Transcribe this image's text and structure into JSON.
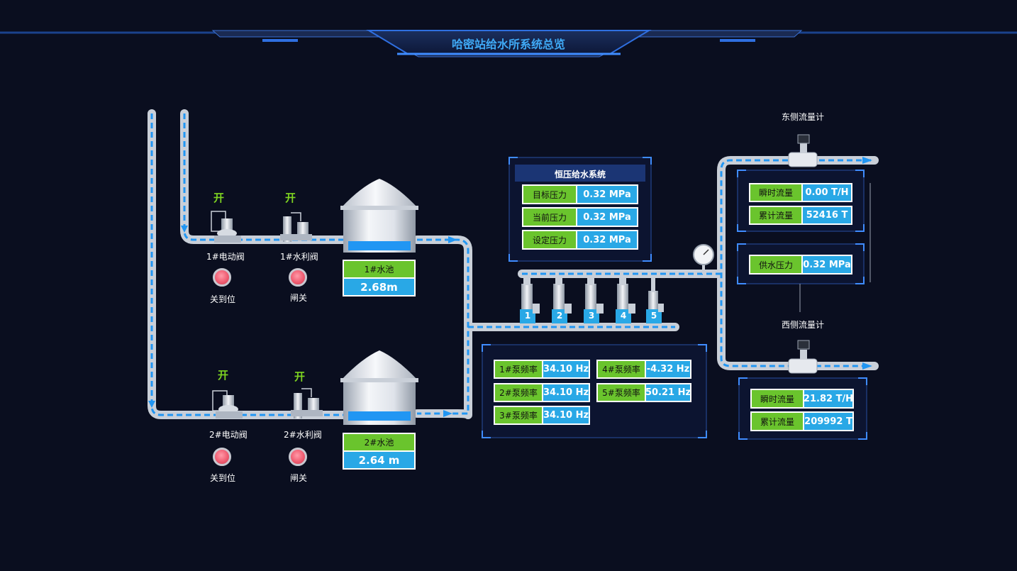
{
  "page_title": "哈密站给水所系统总览",
  "colors": {
    "accent": "#3fa9f5",
    "label_bg": "#6ac42d",
    "value_bg": "#29a8e6",
    "pipe_flow": "#2196f3",
    "open": "#7ed321",
    "alarm": "#f05d72"
  },
  "line1": {
    "electric_valve": {
      "status": "开",
      "label": "1#电动阀",
      "indicator": "关到位"
    },
    "hydraulic_valve": {
      "status": "开",
      "label": "1#水利阀",
      "indicator": "闸关"
    },
    "pool": {
      "name": "1#水池",
      "level": "2.68m"
    }
  },
  "line2": {
    "electric_valve": {
      "status": "开",
      "label": "2#电动阀",
      "indicator": "关到位"
    },
    "hydraulic_valve": {
      "status": "开",
      "label": "2#水利阀",
      "indicator": "闸关"
    },
    "pool": {
      "name": "2#水池",
      "level": "2.64 m"
    }
  },
  "pressure_system": {
    "title": "恒压给水系统",
    "rows": [
      {
        "label": "目标压力",
        "value": "0.32 MPa"
      },
      {
        "label": "当前压力",
        "value": "0.32 MPa"
      },
      {
        "label": "设定压力",
        "value": "0.32 MPa"
      }
    ]
  },
  "pumps": {
    "numbers": [
      "1",
      "2",
      "3",
      "4",
      "5"
    ],
    "freq": [
      {
        "label": "1#泵频率",
        "value": "34.10 Hz"
      },
      {
        "label": "2#泵频率",
        "value": "34.10 Hz"
      },
      {
        "label": "3#泵频率",
        "value": "34.10 Hz"
      },
      {
        "label": "4#泵频率",
        "value": "-4.32 Hz"
      },
      {
        "label": "5#泵频率",
        "value": "50.21 Hz"
      }
    ]
  },
  "east_meter": {
    "title": "东侧流量计",
    "rows": [
      {
        "label": "瞬时流量",
        "value": "0.00 T/H"
      },
      {
        "label": "累计流量",
        "value": "52416 T"
      }
    ]
  },
  "supply_pressure": {
    "label": "供水压力",
    "value": "0.32 MPa"
  },
  "west_meter": {
    "title": "西侧流量计",
    "rows": [
      {
        "label": "瞬时流量",
        "value": "21.82 T/H"
      },
      {
        "label": "累计流量",
        "value": "209992 T"
      }
    ]
  }
}
